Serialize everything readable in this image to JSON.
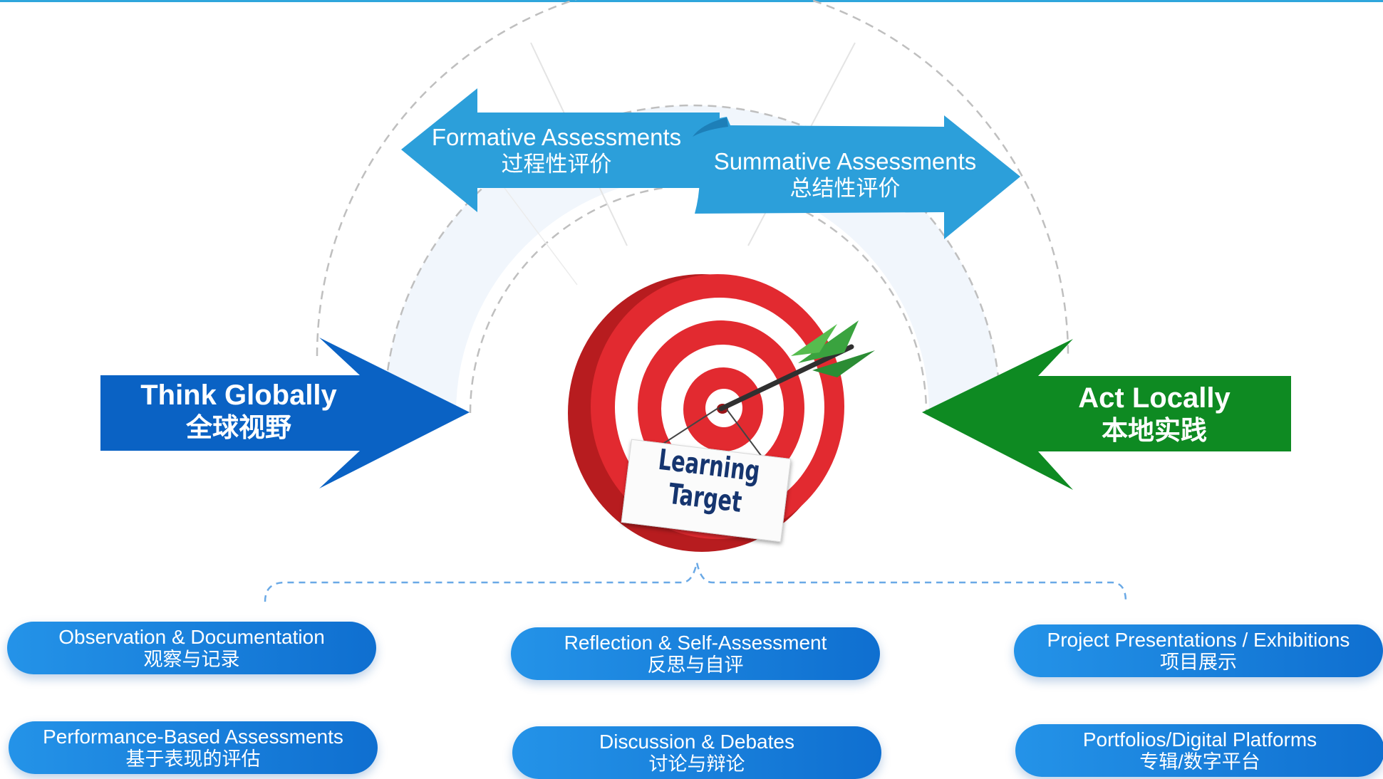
{
  "center": {
    "label_line1": "Learning",
    "label_line2": "Target"
  },
  "top_arrows": {
    "formative": {
      "en": "Formative Assessments",
      "zh": "过程性评价"
    },
    "summative": {
      "en": "Summative Assessments",
      "zh": "总结性评价"
    }
  },
  "side_arrows": {
    "think": {
      "en": "Think Globally",
      "zh": "全球视野",
      "color": "#0a62c4"
    },
    "act": {
      "en": "Act Locally",
      "zh": "本地实践",
      "color": "#0e8a22"
    }
  },
  "methods": [
    {
      "en": "Observation & Documentation",
      "zh": "观察与记录"
    },
    {
      "en": "Reflection & Self-Assessment",
      "zh": "反思与自评"
    },
    {
      "en": "Project Presentations / Exhibitions",
      "zh": "项目展示"
    },
    {
      "en": "Performance-Based Assessments",
      "zh": "基于表现的评估"
    },
    {
      "en": "Discussion & Debates",
      "zh": "讨论与辩论"
    },
    {
      "en": "Portfolios/Digital Platforms",
      "zh": "专辑/数字平台"
    }
  ],
  "colors": {
    "accent_blue": "#2fa6dc",
    "target_red": "#d9262c",
    "arrow_green": "#2e9a36"
  }
}
